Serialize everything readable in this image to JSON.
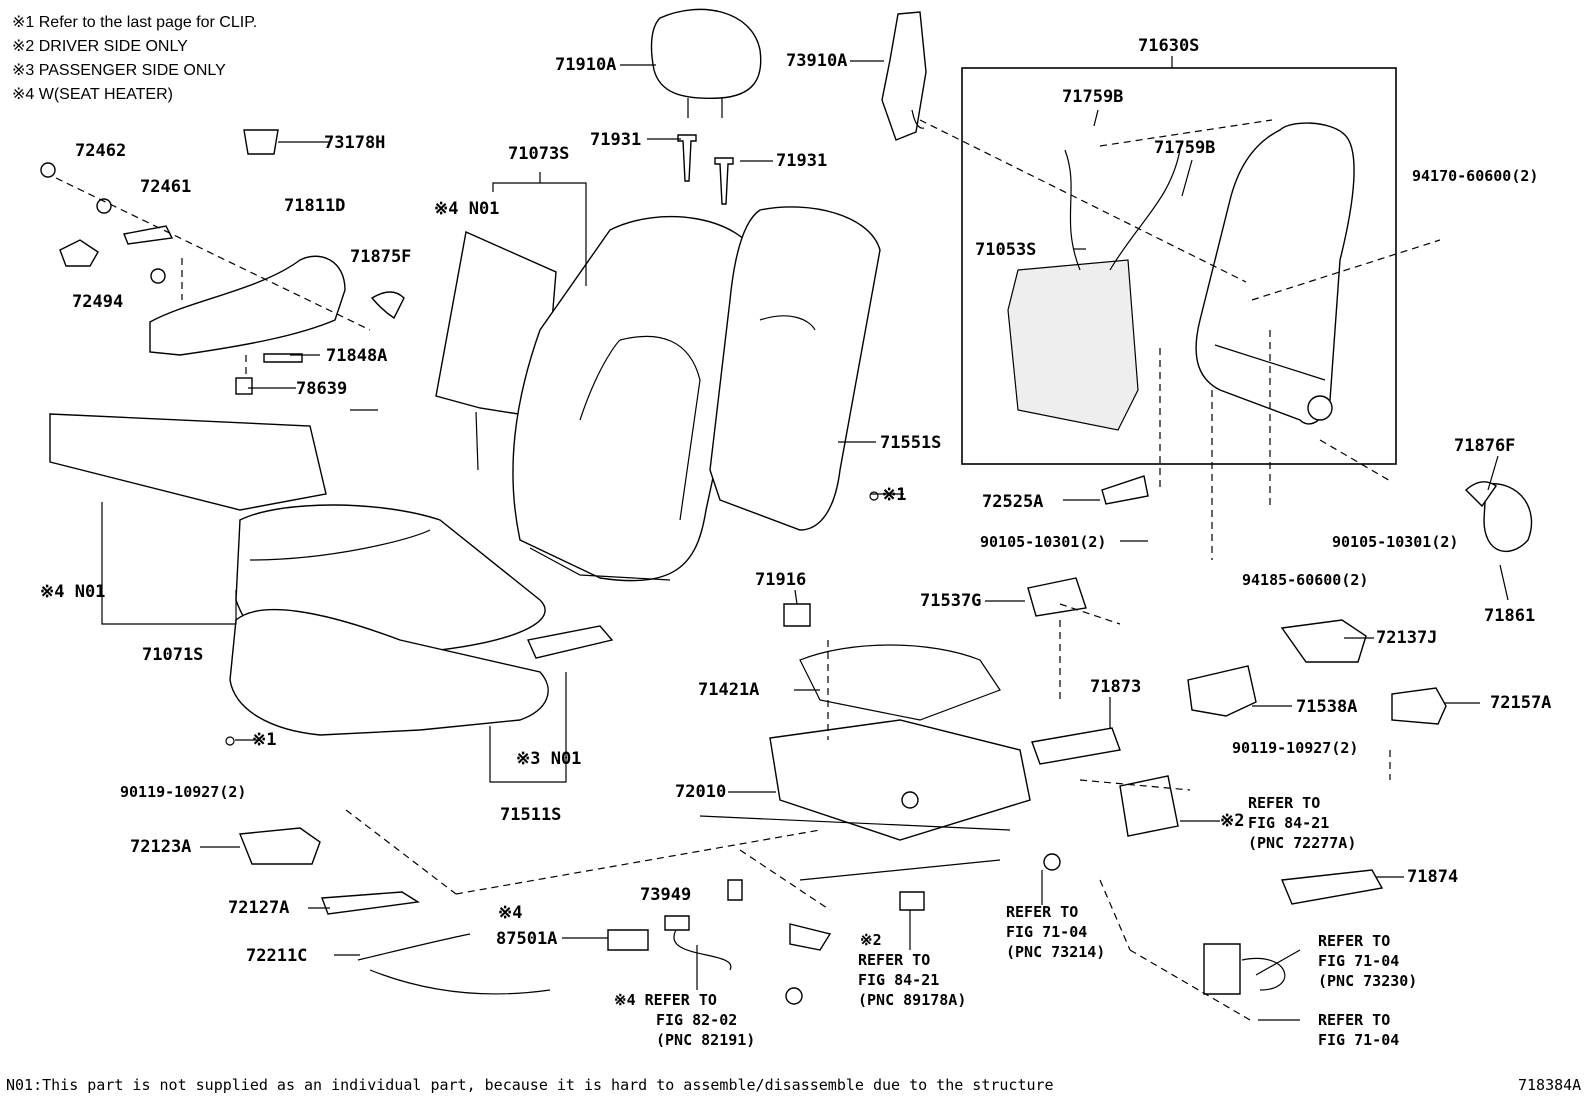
{
  "notes": [
    "※1  Refer to the last page for CLIP.",
    "※2  DRIVER SIDE ONLY",
    "※3  PASSENGER SIDE ONLY",
    "※4  W(SEAT HEATER)"
  ],
  "parts": {
    "p71910A": "71910A",
    "p73910A": "73910A",
    "p71630S": "71630S",
    "p72462": "72462",
    "p73178H": "73178H",
    "p71931a": "71931",
    "p71931b": "71931",
    "p71073S": "71073S",
    "p71759Ba": "71759B",
    "p71759Bb": "71759B",
    "p72461": "72461",
    "p71811D": "71811D",
    "p94170": "94170-60600(2)",
    "p71875F": "71875F",
    "p71053S": "71053S",
    "p72494": "72494",
    "p71848A": "71848A",
    "p78639": "78639",
    "p71551S": "71551S",
    "p71876F": "71876F",
    "p72525A": "72525A",
    "p90105a": "90105-10301(2)",
    "p90105b": "90105-10301(2)",
    "p94185": "94185-60600(2)",
    "p71861": "71861",
    "p71071S": "71071S",
    "p71916": "71916",
    "p71537G": "71537G",
    "p72137J": "72137J",
    "p71421A": "71421A",
    "p71873": "71873",
    "p71538A": "71538A",
    "p72157A": "72157A",
    "p90119a": "90119-10927(2)",
    "p90119b": "90119-10927(2)",
    "p71511S": "71511S",
    "p72010": "72010",
    "p72123A": "72123A",
    "p71874": "71874",
    "p73949": "73949",
    "p72127A": "72127A",
    "p87501A": "87501A",
    "p72211C": "72211C"
  },
  "marks": {
    "n01_4a": "※4 N01",
    "n01_4b": "※4 N01",
    "n01_3": "※3 N01",
    "clip1a": "※1",
    "clip1b": "※1",
    "m4_87501": "※4",
    "m2_fig84a": "※2"
  },
  "refs": {
    "r1": [
      "REFER TO",
      "FIG 84-21",
      "(PNC 72277A)"
    ],
    "r2": [
      "REFER TO",
      "FIG 71-04",
      "(PNC 73214)"
    ],
    "r3": [
      "REFER TO",
      "FIG 71-04",
      "(PNC 73230)"
    ],
    "r4": [
      "REFER TO",
      "FIG 71-04"
    ],
    "r5": [
      "※2",
      "REFER TO",
      "FIG 84-21",
      "(PNC 89178A)"
    ],
    "r6": [
      "※4 REFER TO",
      "FIG 82-02",
      "(PNC 82191)"
    ]
  },
  "footer": {
    "text": "N01:This part is not supplied as an individual part, because it is hard to assemble/disassemble due to the structure",
    "code": "718384A"
  }
}
